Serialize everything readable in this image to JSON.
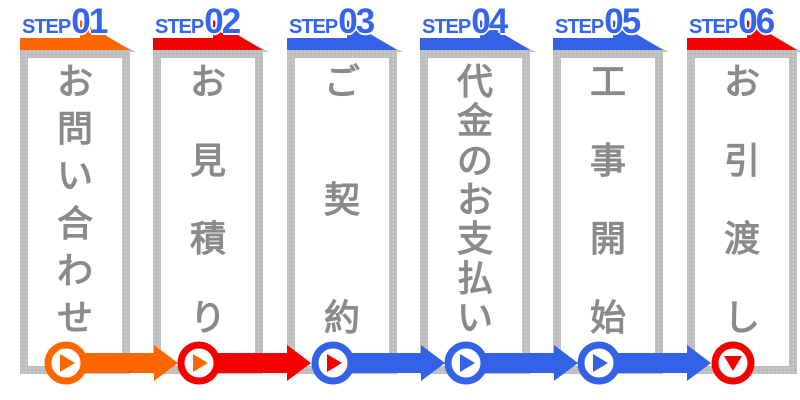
{
  "colors": {
    "orange": "#ff6600",
    "red": "#f40000",
    "blue": "#3362e6",
    "step_text_blue": "#3465ea",
    "frame_gray": "#bdbdbd",
    "kanji_gray": "#8a8a8a",
    "ribbon_shadow_gray": "#c4c4c4"
  },
  "steps": [
    {
      "step_word": "STEP",
      "step_number": "01",
      "banner_color": "#ff6600",
      "label": "お問い合わせ",
      "circle_ring": "#ff6600",
      "circle_arrow": "#ff6600",
      "marker_direction": "right"
    },
    {
      "step_word": "STEP",
      "step_number": "02",
      "banner_color": "#f40000",
      "label": "お見積り",
      "circle_ring": "#f40000",
      "circle_arrow": "#ff6600",
      "marker_direction": "right"
    },
    {
      "step_word": "STEP",
      "step_number": "03",
      "banner_color": "#3362e6",
      "label": "ご契約",
      "circle_ring": "#3362e6",
      "circle_arrow": "#f40000",
      "marker_direction": "right"
    },
    {
      "step_word": "STEP",
      "step_number": "04",
      "banner_color": "#3362e6",
      "label": "代金のお支払い",
      "circle_ring": "#3362e6",
      "circle_arrow": "#3362e6",
      "marker_direction": "right"
    },
    {
      "step_word": "STEP",
      "step_number": "05",
      "banner_color": "#3362e6",
      "label": "工事開始",
      "circle_ring": "#3362e6",
      "circle_arrow": "#3362e6",
      "marker_direction": "right"
    },
    {
      "step_word": "STEP",
      "step_number": "06",
      "banner_color": "#f40000",
      "label": "お引渡し",
      "circle_ring": "#f40000",
      "circle_arrow": "#f40000",
      "marker_direction": "down"
    }
  ],
  "connectors": [
    {
      "color": "#ff6600"
    },
    {
      "color": "#f40000"
    },
    {
      "color": "#3362e6"
    },
    {
      "color": "#3362e6"
    },
    {
      "color": "#3362e6"
    }
  ]
}
